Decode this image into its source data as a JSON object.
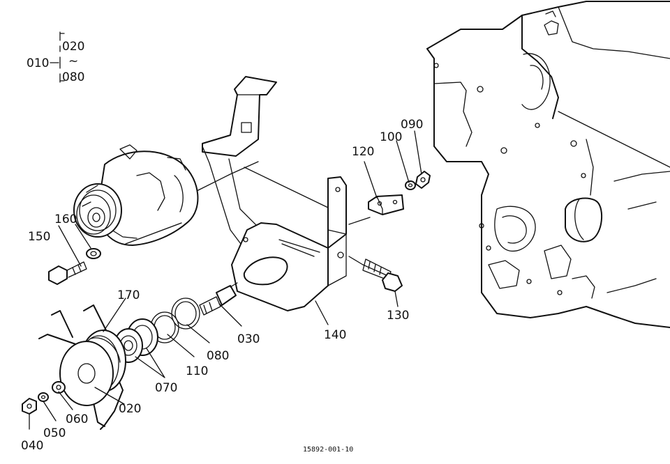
{
  "figure_code": "15892-001-10",
  "assembly": {
    "main": "010",
    "range_start": "020",
    "range_sep": "~",
    "range_end": "080"
  },
  "callouts": {
    "c020": "020",
    "c030": "030",
    "c040": "040",
    "c050": "050",
    "c060": "060",
    "c070": "070",
    "c080": "080",
    "c090": "090",
    "c100": "100",
    "c110": "110",
    "c120": "120",
    "c130": "130",
    "c140": "140",
    "c150": "150",
    "c160": "160",
    "c170": "170"
  }
}
